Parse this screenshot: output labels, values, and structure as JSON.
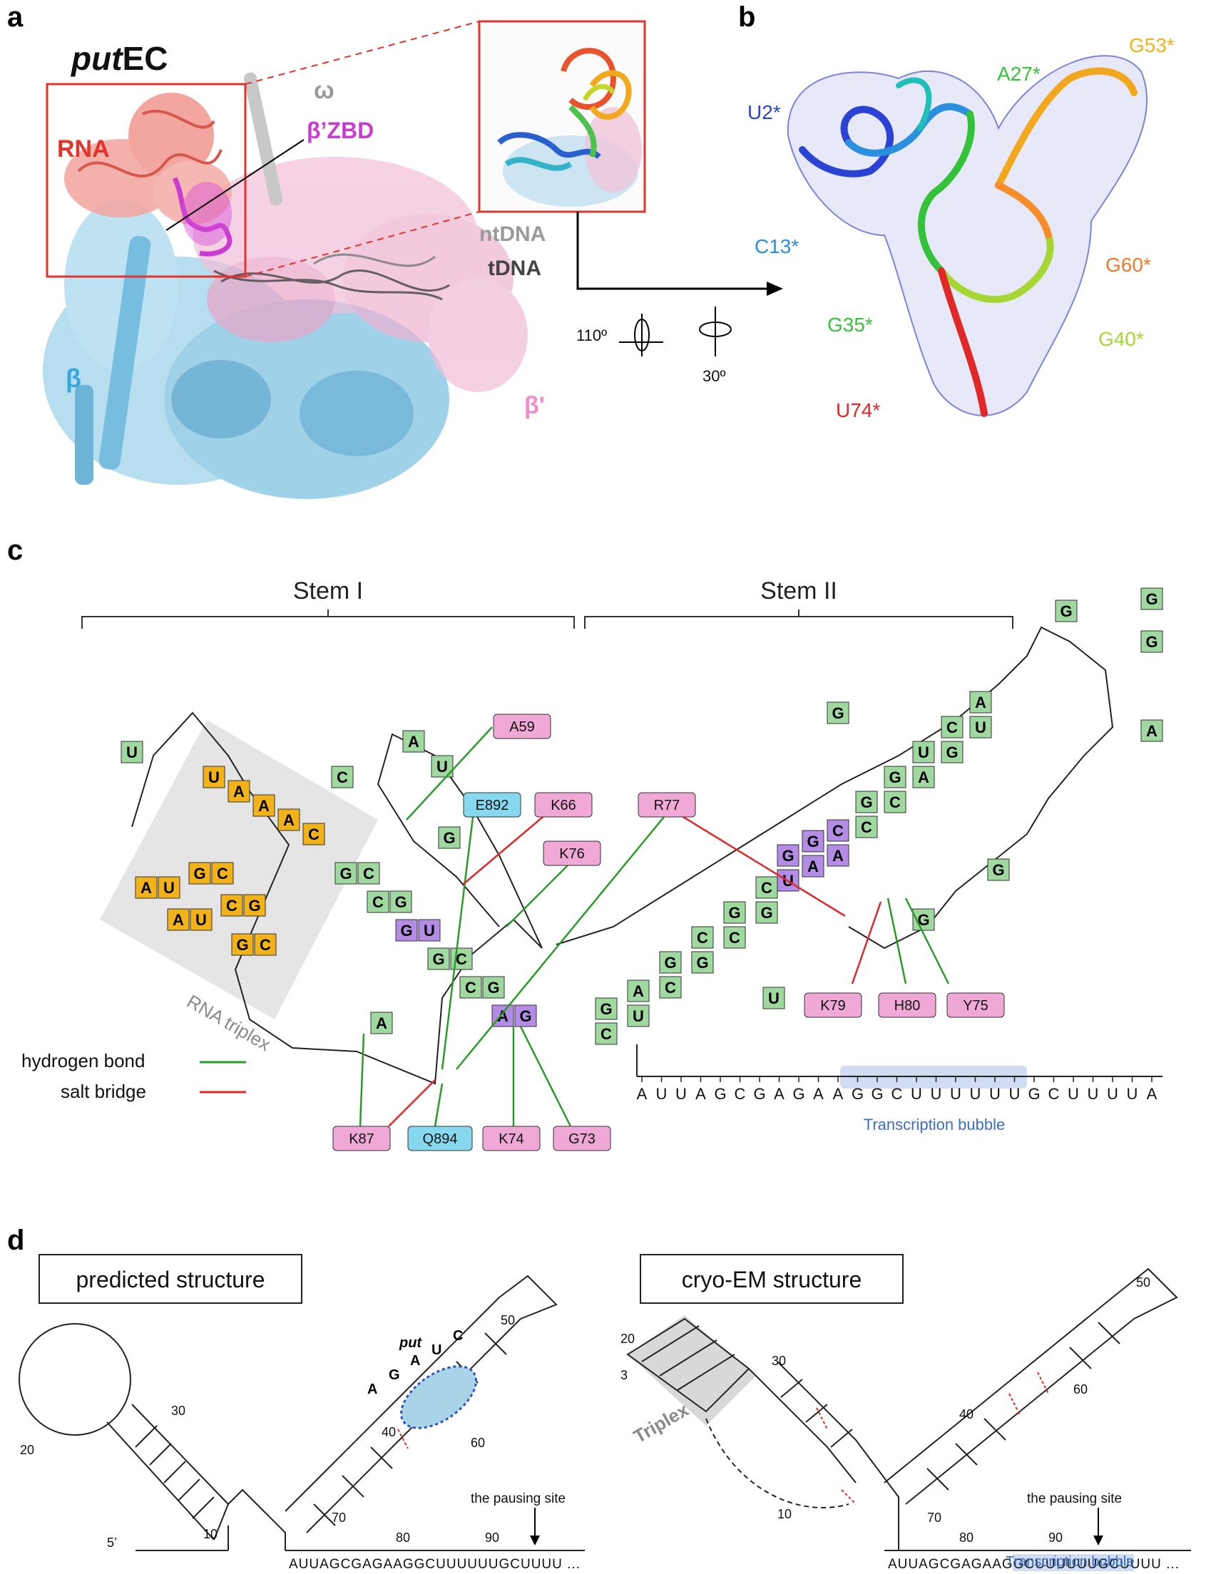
{
  "panel_letters": {
    "a": "a",
    "b": "b",
    "c": "c",
    "d": "d"
  },
  "panel_a": {
    "title_italic": "put",
    "title_rest": "EC",
    "labels": {
      "rna": "RNA",
      "omega": "ω",
      "zbd": "β’ZBD",
      "ntdna": "ntDNA",
      "tdna": "tDNA",
      "beta": "β",
      "beta_prime": "β'"
    },
    "rotation": {
      "r1": "110º",
      "r2": "30º"
    }
  },
  "panel_b": {
    "labels": [
      "U2*",
      "A27*",
      "G53*",
      "C13*",
      "G60*",
      "G35*",
      "G40*",
      "U74*"
    ]
  },
  "panel_c": {
    "stem1": "Stem I",
    "stem2": "Stem II",
    "triplex_label": "RNA triplex",
    "legend": {
      "hbond": "hydrogen bond",
      "salt": "salt bridge"
    },
    "residues_pink": [
      "A59",
      "K66",
      "K76",
      "R77",
      "K79",
      "H80",
      "Y75",
      "K87",
      "K74",
      "G73"
    ],
    "residues_blue": [
      "E892",
      "Q894"
    ],
    "dna_sequence": [
      "A",
      "U",
      "U",
      "A",
      "G",
      "C",
      "G",
      "A",
      "G",
      "A",
      "A",
      "G",
      "G",
      "C",
      "U",
      "U",
      "U",
      "U",
      "U",
      "U",
      "G",
      "C",
      "U",
      "U",
      "U",
      "U",
      "A"
    ],
    "bubble_label": "Transcription bubble"
  },
  "panel_d": {
    "predicted_title": "predicted structure",
    "cryo_title": "cryo-EM structure",
    "put_label": "put",
    "pausing_label": "the pausing site",
    "five_prime": "5’",
    "numbers_left": [
      "10",
      "20",
      "30",
      "40",
      "50",
      "60",
      "70",
      "80",
      "90"
    ],
    "numbers_right": [
      "3",
      "10",
      "20",
      "30",
      "40",
      "50",
      "60",
      "70",
      "80",
      "90"
    ],
    "triplex_label": "Triplex",
    "seq_left": "AUUAGCGAGAAGGCUUUUUUGCUUUU ...",
    "seq_right": "AUUAGCGAGAAGGCUUUUUUGCUUUU ...",
    "bubble_label": "Transcription bubble",
    "put_seq": [
      "A",
      "G",
      "A",
      "U",
      "C"
    ]
  },
  "colors": {
    "red": "#e0342c",
    "magenta": "#d64bd6",
    "cyan": "#3db0dc",
    "pink": "#f0a9d6",
    "green_nt": "#9fd9a0",
    "orange_nt": "#f2b21a",
    "purple_nt": "#b48ce6",
    "gray_nt": "#b7b7b7",
    "blue_res": "#85d8ee",
    "hbond": "#2a9a2a",
    "salt": "#e02828",
    "bubble": "#cfdcf2"
  }
}
